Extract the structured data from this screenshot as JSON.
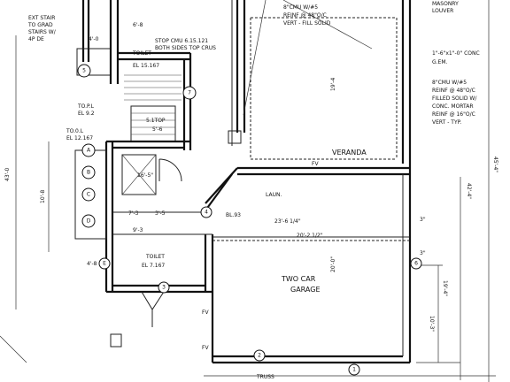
{
  "labels": {
    "exit_stair": "EXT STAIR",
    "exit_stair_2": "TO GRAD",
    "exit_stair_3": "STAIRS W/",
    "exit_stair_4": "4P DE",
    "dim_4_0_top": "4'-0",
    "dim_6_8": "6'-8",
    "stop_cmu": "STOP CMU 6.15.121",
    "both_sides": "BOTH SIDES TOP CRUS",
    "toilet_top": "TOILET",
    "el_top": "EL 15.167",
    "topl_left": "TO.P.L",
    "el_9_2": "EL 9.2",
    "toilet_lower": "TO.0.L",
    "el_lower": "EL 12.167",
    "stop_label": "5.1TOP",
    "dim_5_6": "5'-6",
    "left_dim_43": "43'-0",
    "left_dim_10": "10'-8",
    "dim_4_8": "4'-8",
    "dim_7_3": "7'-3",
    "dim_3_5": "3'-5",
    "dim_9_3": "9'-3",
    "toilet_mid": "TOILET",
    "el_mid": "EL 7.167",
    "masonry": "MASONRY",
    "louver": "LOUVER",
    "cmu_note_1": "1\"-6\"x1\"-0\" CONC",
    "cmu_note_2": "G.EM.",
    "cmu_note_3": "8\"CMU W/#5",
    "cmu_note_4": "REINF @ 48\"O/C",
    "cmu_note_5": "FILLED SOLID W/",
    "cmu_note_6": "CONC. MORTAR",
    "cmu_note_7": "REINF @ 16\"O/C",
    "cmu_note_8": "VERT - TYP.",
    "top_note_1": "8\"CMU W/#5",
    "top_note_2": "REINF @ 48\"O/C",
    "top_note_3": "VERT - FILL SOLID",
    "veranda": "VERANDA",
    "dim_19_4": "19'-4",
    "dim_23_6": "23'-6 1/4\"",
    "dim_20_2": "20'-2 1/2\"",
    "dim_20_0": "20'-0\"",
    "two_car": "TWO CAR",
    "garage": "GARAGE",
    "right_dim_45": "45'-4\"",
    "right_dim_42": "42'-4\"",
    "right_dim_19": "19'-4\"",
    "right_dim_10": "10'-3\"",
    "dim_3": "3\"",
    "dim_3b": "3\"",
    "fv": "FV",
    "fv2": "FV",
    "fv3": "FV",
    "laund": "LAUN.",
    "bl_93": "BL.93",
    "sixteen": "16'-5\"",
    "bottom_dim": "TRUSS"
  },
  "markers": [
    "A",
    "B",
    "C",
    "D",
    "E",
    "1",
    "2",
    "3",
    "4",
    "5",
    "6",
    "7"
  ]
}
